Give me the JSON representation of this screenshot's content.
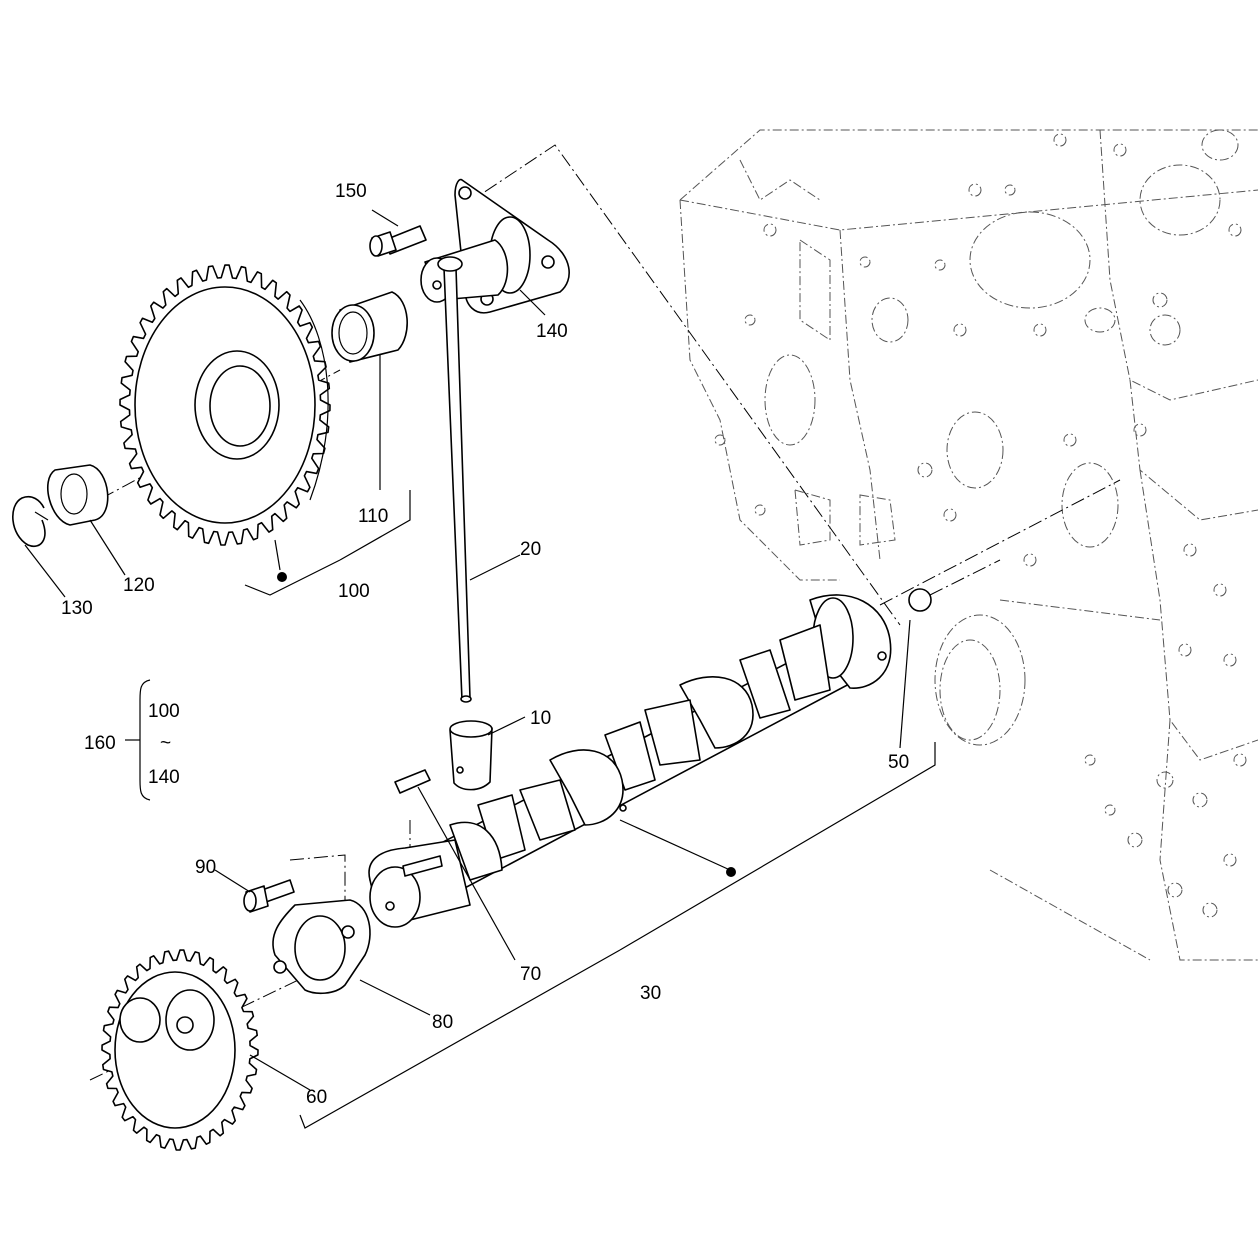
{
  "callouts": {
    "c10": "10",
    "c20": "20",
    "c30": "30",
    "c50": "50",
    "c60": "60",
    "c70": "70",
    "c80": "80",
    "c90": "90",
    "c100": "100",
    "c110": "110",
    "c120": "120",
    "c130": "130",
    "c140": "140",
    "c150": "150",
    "c160": "160"
  },
  "range_160": {
    "from": "100",
    "tilde": "~",
    "to": "140"
  }
}
